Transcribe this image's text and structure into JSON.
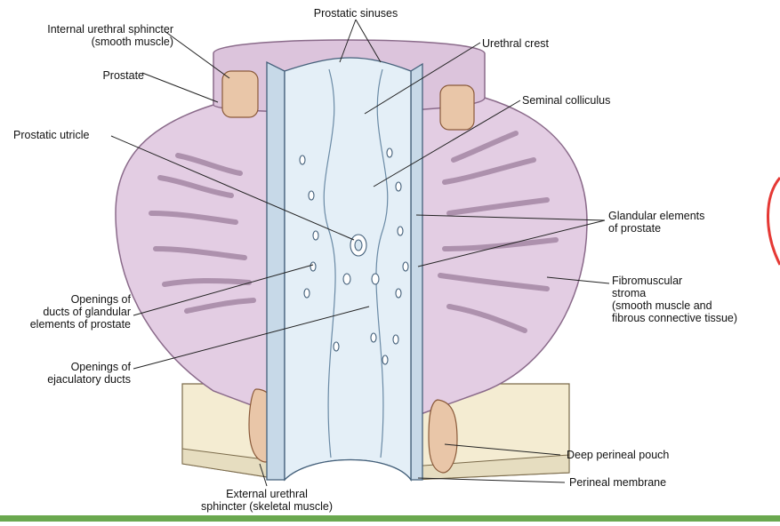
{
  "labels": {
    "internal_sphincter": "Internal urethral sphincter\n(smooth muscle)",
    "prostatic_sinuses": "Prostatic sinuses",
    "urethral_crest": "Urethral crest",
    "prostate": "Prostate",
    "seminal_colliculus": "Seminal colliculus",
    "prostatic_utricle": "Prostatic utricle",
    "glandular_elements": "Glandular elements\nof prostate",
    "fibromuscular_stroma": "Fibromuscular\nstroma\n(smooth muscle and\nfibrous connective tissue)",
    "openings_glandular_ducts": "Openings of\nducts of glandular\nelements of prostate",
    "openings_ejaculatory_ducts": "Openings of\nejaculatory ducts",
    "deep_perineal_pouch": "Deep perineal pouch",
    "perineal_membrane": "Perineal membrane",
    "external_sphincter": "External urethral\nsphincter (skeletal muscle)"
  },
  "colors": {
    "stroma": "#e3cde3",
    "stroma_outline": "#8a6a8a",
    "urethra_wall": "#d7e6f1",
    "urethra_lumen": "#eef5fa",
    "muscle": "#e9c6a8",
    "membrane": "#f4ecd2",
    "duct": "#c5a6c8",
    "edge_mark": "#e53935",
    "bottom_bar": "#6aa84f"
  }
}
